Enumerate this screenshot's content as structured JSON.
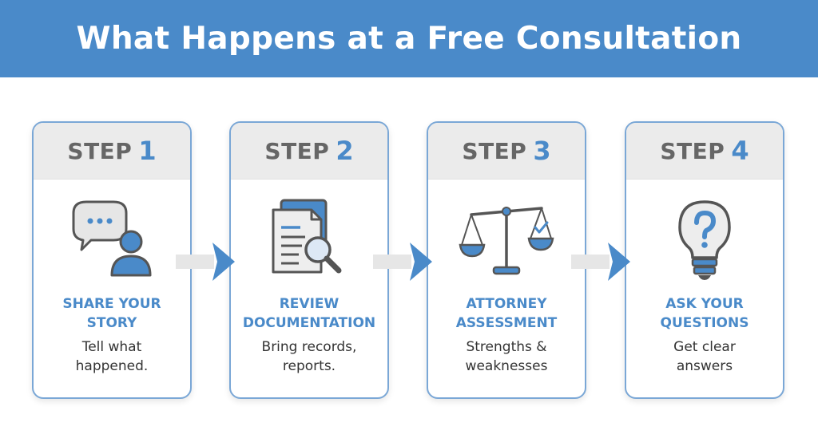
{
  "header": {
    "title": "What Happens at a Free Consultation"
  },
  "colors": {
    "accent": "#4a8ac9",
    "step_word": "#666666",
    "card_border": "#7aa7d6"
  },
  "steps": [
    {
      "word": "STEP",
      "number": "1",
      "title_line1": "SHARE YOUR",
      "title_line2": "STORY",
      "desc_line1": "Tell what",
      "desc_line2": "happened.",
      "icon": "chat-person-icon"
    },
    {
      "word": "STEP",
      "number": "2",
      "title_line1": "REVIEW",
      "title_line2": "DOCUMENTATION",
      "desc_line1": "Bring records,",
      "desc_line2": "reports.",
      "icon": "document-magnifier-icon"
    },
    {
      "word": "STEP",
      "number": "3",
      "title_line1": "ATTORNEY",
      "title_line2": "ASSESSMENT",
      "desc_line1": "Strengths &",
      "desc_line2": "weaknesses",
      "icon": "scales-of-justice-icon"
    },
    {
      "word": "STEP",
      "number": "4",
      "title_line1": "ASK YOUR",
      "title_line2": "QUESTIONS",
      "desc_line1": "Get clear",
      "desc_line2": "answers",
      "icon": "question-lightbulb-icon"
    }
  ]
}
